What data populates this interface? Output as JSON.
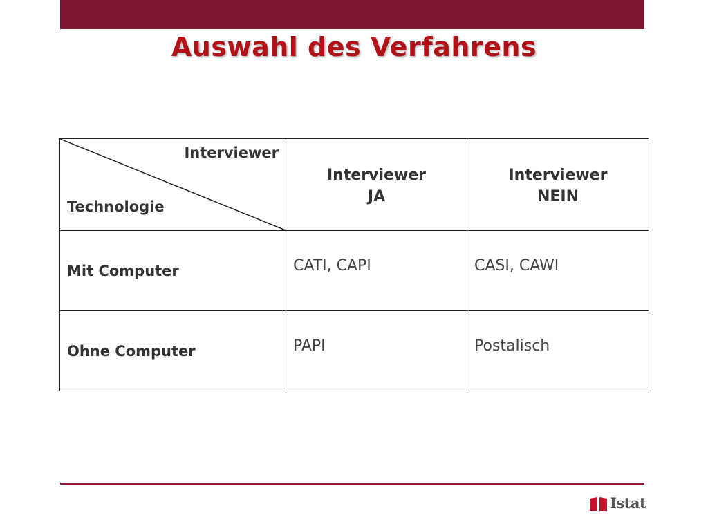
{
  "title": "Auswahl des Verfahrens",
  "table": {
    "corner": {
      "top_label": "Interviewer",
      "bottom_label": "Technologie"
    },
    "columns": [
      {
        "line1": "Interviewer",
        "line2": "JA"
      },
      {
        "line1": "Interviewer",
        "line2": "NEIN"
      }
    ],
    "rows": [
      {
        "label": "Mit Computer",
        "values": [
          "CATI, CAPI",
          "CASI, CAWI"
        ]
      },
      {
        "label": "Ohne Computer",
        "values": [
          "PAPI",
          "Postalisch"
        ]
      }
    ]
  },
  "logo": {
    "text": "Istat",
    "color": "#c4122f"
  },
  "colors": {
    "header_bar": "#7d1730",
    "title": "#b01218",
    "footer_line": "#8a1f35"
  }
}
